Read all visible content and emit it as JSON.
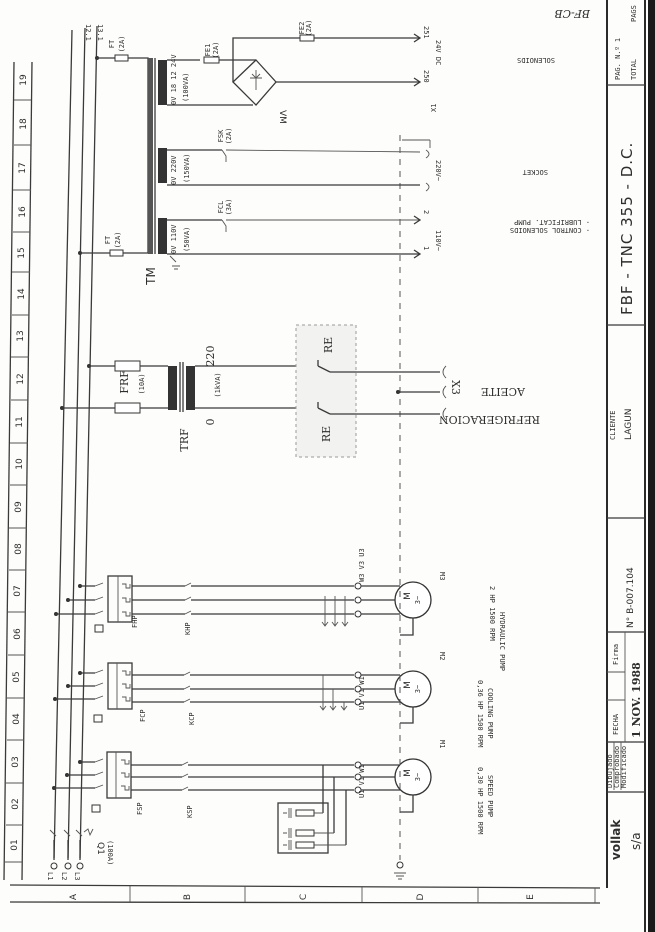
{
  "document": {
    "type": "electrical-schematic",
    "orientation": "rotated-90"
  },
  "title_block": {
    "drawing_title": "FBF - TNC 355 - D.C.",
    "client_label": "CLIENTE",
    "client": "LAGUN",
    "drawing_number": "N° B-007.104",
    "date_label": "FECHA",
    "signature_label": "Firma",
    "date_stamp": "1 NOV. 1988",
    "drawn_label": "Dibujado",
    "checked_label": "Comprobado",
    "modified_label": "Modificado",
    "company": "vollak",
    "company_suffix": "s/a",
    "page_label": "PAG. N.º 1",
    "total_label": "TOTAL",
    "pages_label": "PAGS",
    "sheet_code": "BF-CB"
  },
  "grid": {
    "columns": [
      "01",
      "02",
      "03",
      "04",
      "05",
      "06",
      "07",
      "08",
      "09",
      "10",
      "11",
      "12",
      "13",
      "14",
      "15",
      "16",
      "17",
      "18",
      "19"
    ],
    "rows": [
      "A",
      "B",
      "C",
      "D",
      "E"
    ]
  },
  "mains": {
    "phases": [
      "L1",
      "L2",
      "L3"
    ],
    "bus_refs": [
      "12.1",
      "13.1"
    ],
    "main_switch": "Q1",
    "main_switch_rating": "(100A)"
  },
  "motors": [
    {
      "id": "M1",
      "symbol": "M",
      "phase": "3~",
      "breaker": "FSP",
      "contactor": "KSP",
      "terminals": [
        "U1",
        "V1",
        "W1"
      ],
      "description_line1": "SPEED PUMP",
      "description_line2": "0,30 HP 1500 RPM"
    },
    {
      "id": "M2",
      "symbol": "M",
      "phase": "3~",
      "breaker": "FCP",
      "contactor": "KCP",
      "terminals": [
        "U1",
        "V1",
        "W1"
      ],
      "description_line1": "COOLING PUMP",
      "description_line2": "0,36 HP 1500 RPM"
    },
    {
      "id": "M3",
      "symbol": "M",
      "phase": "3~",
      "breaker": "FHP",
      "contactor": "KHP",
      "terminals": [
        "U3",
        "V3",
        "W3"
      ],
      "description_line1": "HYDRAULIC PUMP",
      "description_line2": "2 HP 1500 RPM"
    }
  ],
  "refrigeration": {
    "transformer": "TRF",
    "fuse": "FRF",
    "fuse_rating": "(10A)",
    "rating": "(1kVA)",
    "tap_high": "220",
    "tap_low": "0",
    "relay_contact_top": "RE",
    "relay_contact_bottom": "RE",
    "socket": "X3",
    "label_line1": "ACEITE",
    "label_line2": "REFRIGERACION"
  },
  "control_transformer": {
    "id": "TM",
    "primary_fuse_top": "FT",
    "primary_fuse_top_rating": "(2A)",
    "primary_fuse_bottom": "FT",
    "primary_fuse_bottom_rating": "(2A)",
    "windings": [
      {
        "taps": "0V 18 12 24V",
        "rating": "(100VA)",
        "fuse": "FE1",
        "fuse_rating": "(2A)",
        "rectifier": "VM",
        "output_fuse": "FE2",
        "output_fuse_rating": "(2A)",
        "wires": [
          "251",
          "250"
        ],
        "voltage": "24V DC",
        "label": "SOLENOIDS"
      },
      {
        "taps": "0V 220V",
        "rating": "(150VA)",
        "fuse": "FSK",
        "fuse_rating": "(2A)",
        "socket": "X1",
        "voltage": "220V~",
        "label": "SOCKET"
      },
      {
        "taps": "0V 110V",
        "rating": "(50VA)",
        "fuse": "FCL",
        "fuse_rating": "(3A)",
        "wires": [
          "2",
          "1"
        ],
        "voltage": "110V~",
        "label_line1": "- CONTROL SOLENOIDS",
        "label_line2": "- LUBRIFICAT. PUMP"
      }
    ]
  }
}
